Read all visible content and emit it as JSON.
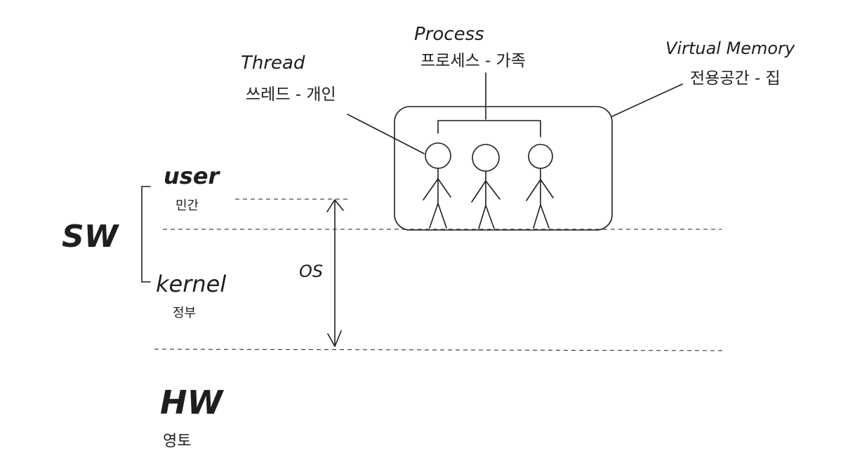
{
  "labels": {
    "process_en": "Process",
    "process_ko": "프로세스 - 가족",
    "thread_en": "Thread",
    "thread_ko": "쓰레드 - 개인",
    "vm_en": "Virtual Memory",
    "vm_ko": "전용공간 - 집",
    "user_en": "user",
    "user_ko": "민간",
    "kernel_en": "kernel",
    "kernel_ko": "정부",
    "sw": "SW",
    "hw": "HW",
    "hw_ko": "영토",
    "os": "OS"
  },
  "colors": {
    "ink": "#1e1e1e",
    "background": "#ffffff"
  }
}
